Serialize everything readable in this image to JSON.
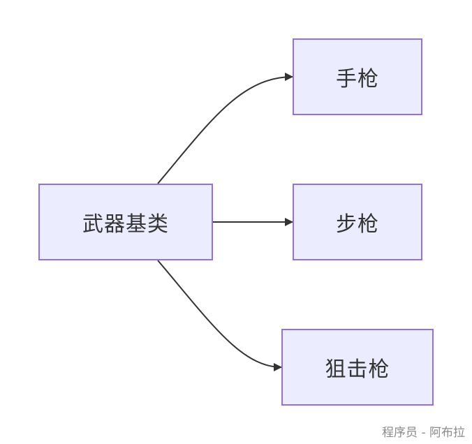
{
  "diagram": {
    "nodes": {
      "base": "武器基类",
      "pistol": "手枪",
      "rifle": "步枪",
      "sniper": "狙击枪"
    },
    "edges": [
      {
        "from": "base",
        "to": "pistol"
      },
      {
        "from": "base",
        "to": "rifle"
      },
      {
        "from": "base",
        "to": "sniper"
      }
    ],
    "colors": {
      "node_fill": "#ececff",
      "node_border": "#9370db",
      "edge": "#333333",
      "text": "#333333"
    }
  },
  "watermark": "程序员 - 阿布拉"
}
